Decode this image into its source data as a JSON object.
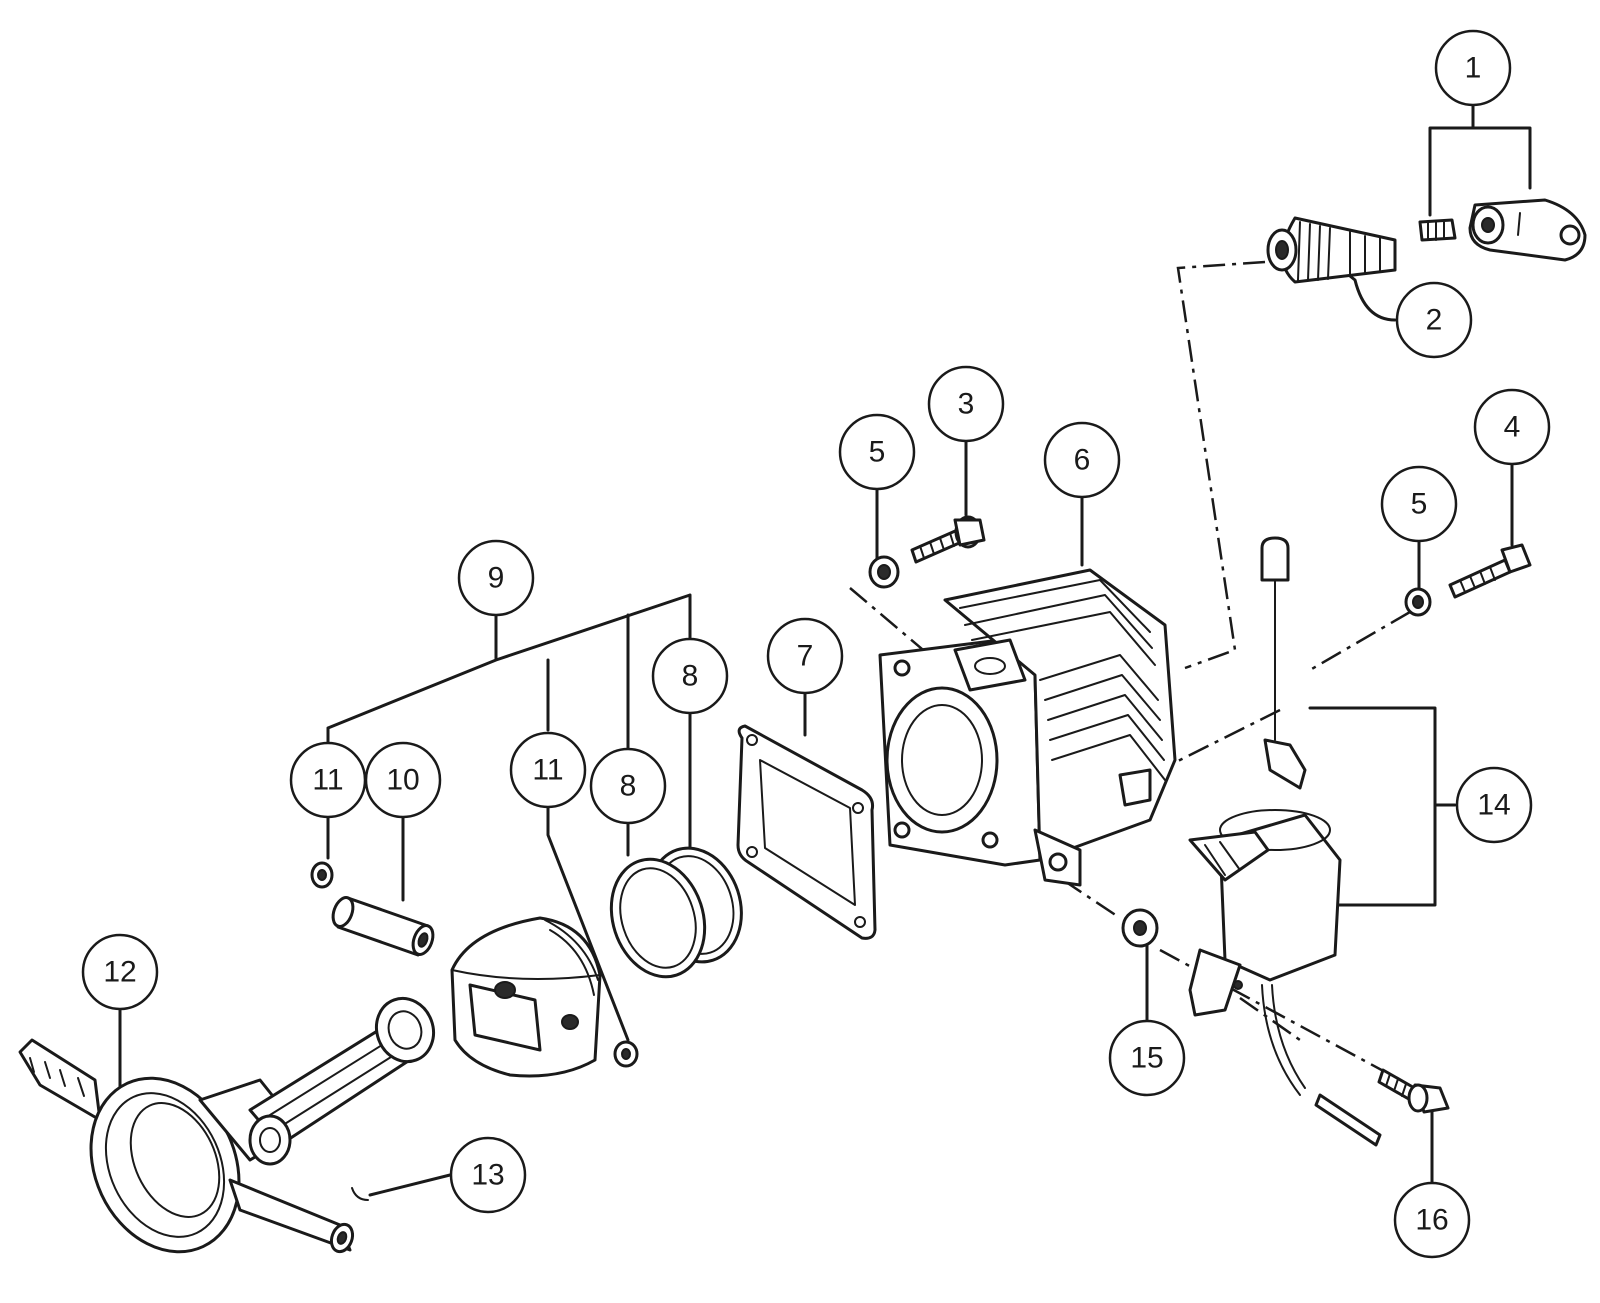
{
  "diagram": {
    "type": "exploded-parts-diagram",
    "callouts": [
      {
        "id": "c1",
        "label": "1"
      },
      {
        "id": "c2",
        "label": "2"
      },
      {
        "id": "c3",
        "label": "3"
      },
      {
        "id": "c4",
        "label": "4"
      },
      {
        "id": "c5a",
        "label": "5"
      },
      {
        "id": "c5b",
        "label": "5"
      },
      {
        "id": "c6",
        "label": "6"
      },
      {
        "id": "c7",
        "label": "7"
      },
      {
        "id": "c8a",
        "label": "8"
      },
      {
        "id": "c8b",
        "label": "8"
      },
      {
        "id": "c9",
        "label": "9"
      },
      {
        "id": "c10",
        "label": "10"
      },
      {
        "id": "c11a",
        "label": "11"
      },
      {
        "id": "c11b",
        "label": "11"
      },
      {
        "id": "c12",
        "label": "12"
      },
      {
        "id": "c13",
        "label": "13"
      },
      {
        "id": "c14",
        "label": "14"
      },
      {
        "id": "c15",
        "label": "15"
      },
      {
        "id": "c16",
        "label": "16"
      }
    ]
  }
}
